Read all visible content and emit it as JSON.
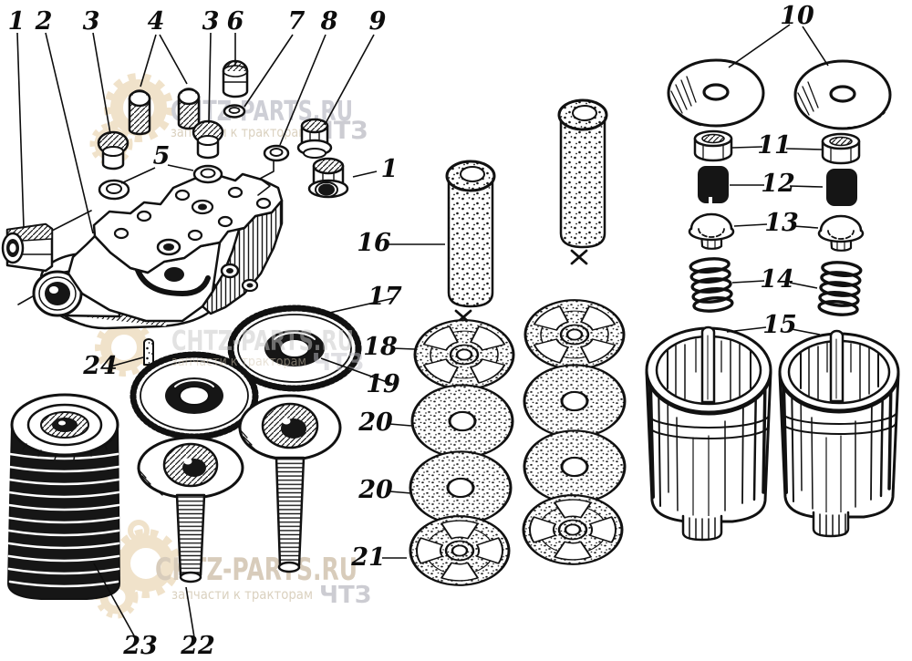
{
  "watermark": {
    "brand": "CHTZ-PARTS.RU",
    "tagline": "запчасти к тракторам",
    "suffix": "ЧТЗ",
    "text_color": "#c3c4cc",
    "gear_color": "#eddcbe"
  },
  "callouts": [
    {
      "text": "1"
    },
    {
      "text": "2"
    },
    {
      "text": "3"
    },
    {
      "text": "4"
    },
    {
      "text": "3"
    },
    {
      "text": "6"
    },
    {
      "text": "7"
    },
    {
      "text": "8"
    },
    {
      "text": "9"
    },
    {
      "text": "5"
    },
    {
      "text": "1"
    },
    {
      "text": "10"
    },
    {
      "text": "11"
    },
    {
      "text": "12"
    },
    {
      "text": "13"
    },
    {
      "text": "14"
    },
    {
      "text": "15"
    },
    {
      "text": "16"
    },
    {
      "text": "17"
    },
    {
      "text": "18"
    },
    {
      "text": "19"
    },
    {
      "text": "20"
    },
    {
      "text": "20"
    },
    {
      "text": "21"
    },
    {
      "text": "22"
    },
    {
      "text": "23"
    },
    {
      "text": "24"
    }
  ]
}
